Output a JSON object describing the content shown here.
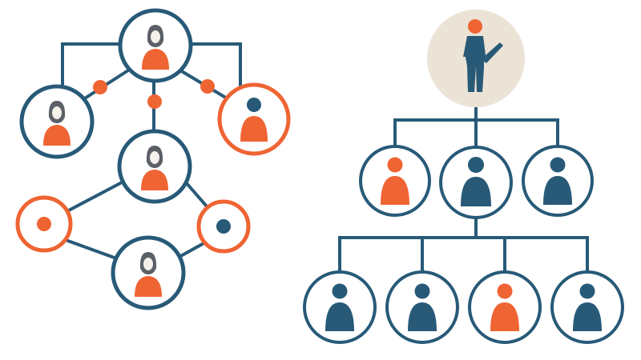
{
  "colors": {
    "navy": "#285a78",
    "orange": "#ef6433",
    "skin": "#f4f1ea",
    "hair": "#5b5f66",
    "leader_bg": "#ebe3d6",
    "background": "#ffffff"
  },
  "network_diagram": {
    "nodes": [
      {
        "id": "top-woman",
        "kind": "woman",
        "ring": "navy"
      },
      {
        "id": "left-woman",
        "kind": "woman",
        "ring": "navy"
      },
      {
        "id": "right-man",
        "kind": "man",
        "ring": "orange",
        "figure": "orange"
      },
      {
        "id": "middle-woman",
        "kind": "woman",
        "ring": "navy"
      },
      {
        "id": "left-dot",
        "kind": "dot",
        "ring": "orange",
        "dot": "orange"
      },
      {
        "id": "right-dot",
        "kind": "dot",
        "ring": "orange",
        "dot": "navy"
      },
      {
        "id": "bottom-woman",
        "kind": "woman",
        "ring": "navy"
      }
    ],
    "junction_dots": 3
  },
  "org_chart": {
    "leader": {
      "icon": "presenter-icon",
      "figure": "navy",
      "head": "orange"
    },
    "level_2": [
      {
        "id": "manager-1",
        "figure": "orange"
      },
      {
        "id": "manager-2",
        "figure": "navy"
      },
      {
        "id": "manager-3",
        "figure": "navy"
      }
    ],
    "level_3": [
      {
        "id": "staff-1",
        "figure": "navy"
      },
      {
        "id": "staff-2",
        "figure": "navy"
      },
      {
        "id": "staff-3",
        "figure": "orange"
      },
      {
        "id": "staff-4",
        "figure": "navy"
      }
    ]
  }
}
